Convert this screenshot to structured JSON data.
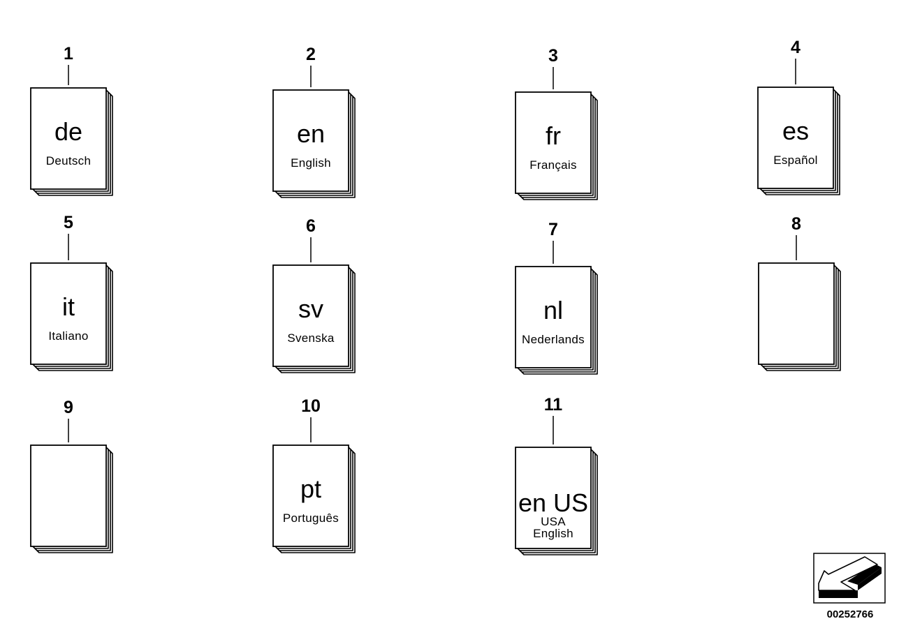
{
  "diagram": {
    "books": [
      {
        "number": "1",
        "code": "de",
        "lines": [
          "Deutsch"
        ]
      },
      {
        "number": "2",
        "code": "en",
        "lines": [
          "English"
        ]
      },
      {
        "number": "3",
        "code": "fr",
        "lines": [
          "Français"
        ]
      },
      {
        "number": "4",
        "code": "es",
        "lines": [
          "Español"
        ]
      },
      {
        "number": "5",
        "code": "it",
        "lines": [
          "Italiano"
        ]
      },
      {
        "number": "6",
        "code": "sv",
        "lines": [
          "Svenska"
        ]
      },
      {
        "number": "7",
        "code": "nl",
        "lines": [
          "Nederlands"
        ]
      },
      {
        "number": "8",
        "code": "",
        "lines": []
      },
      {
        "number": "9",
        "code": "",
        "lines": []
      },
      {
        "number": "10",
        "code": "pt",
        "lines": [
          "Português"
        ]
      },
      {
        "number": "11",
        "code": "en US",
        "lines": [
          "USA",
          "English"
        ]
      }
    ],
    "document_id": "00252766",
    "icons": {
      "orientation": "arrow-icon"
    }
  }
}
